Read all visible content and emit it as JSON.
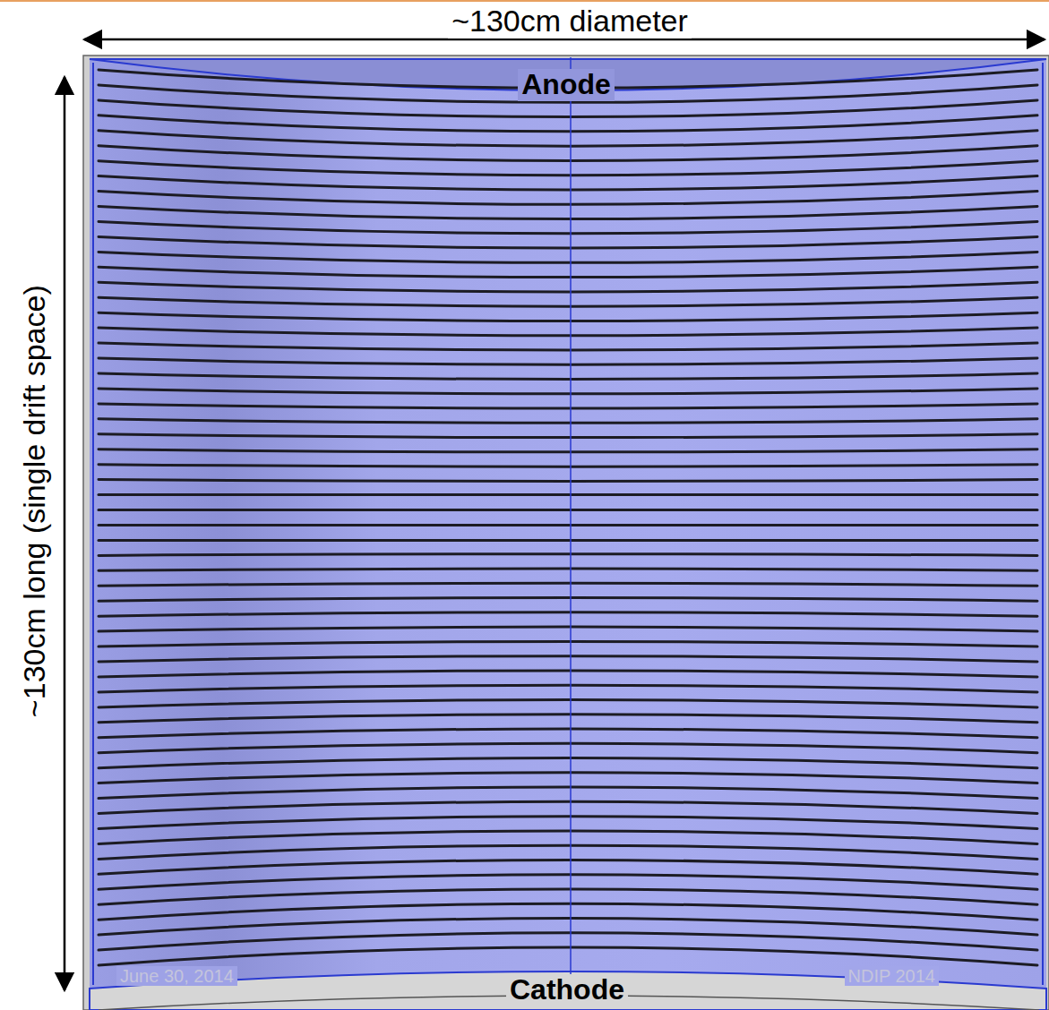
{
  "diagram": {
    "labels": [
      "~130cm diameter",
      "Anode",
      "~130cm long (single drift space)",
      "June 30, 2014",
      "NDIP 2014",
      "Cathode"
    ]
  }
}
